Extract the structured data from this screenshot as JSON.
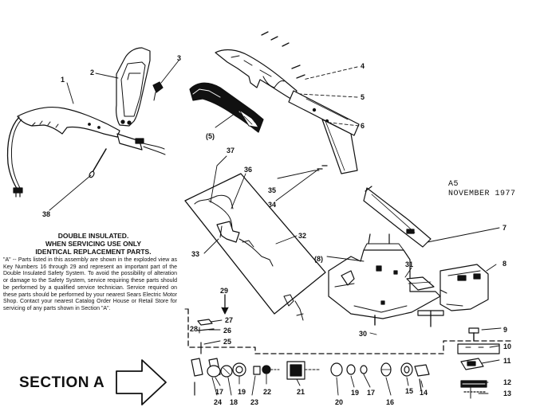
{
  "doc": {
    "revision": "A5",
    "date": "NOVEMBER 1977",
    "heading_lines": [
      "DOUBLE INSULATED.",
      "WHEN SERVICING USE ONLY",
      "IDENTICAL REPLACEMENT PARTS."
    ],
    "notice": "\"A\" -- Parts listed in this assembly are shown in the exploded view as Key Numbers 16 through 29 and represent an important part of the Double Insulated Safety System. To avoid the possibility of alteration or damage to the Safety System, service requiring these parts should be performed by a qualified service technician. Service required on these parts should be performed by your nearest Sears Electric Motor Shop. Contact your nearest Catalog Order House or Retail Store for servicing of any parts shown in Section \"A\".",
    "section_label": "SECTION A"
  },
  "callouts": {
    "k1": "1",
    "k2": "2",
    "k3": "3",
    "k4": "4",
    "k5": "5",
    "k5p": "(5)",
    "k6": "6",
    "k7": "7",
    "k8": "8",
    "k8p": "(8)",
    "k9": "9",
    "k10": "10",
    "k11": "11",
    "k12": "12",
    "k13": "13",
    "k14": "14",
    "k15": "15",
    "k16": "16",
    "k17a": "17",
    "k17b": "17",
    "k18": "18",
    "k19a": "19",
    "k19b": "19",
    "k20": "20",
    "k21": "21",
    "k22": "22",
    "k23": "23",
    "k24": "24",
    "k25": "25",
    "k26": "26",
    "k27": "27",
    "k28": "28",
    "k29": "29",
    "k30": "30",
    "k31": "31",
    "k32": "32",
    "k33": "33",
    "k34": "34",
    "k35": "35",
    "k36": "36",
    "k37": "37",
    "k38": "38"
  },
  "icons": {
    "arrow": "section-arrow-icon"
  }
}
